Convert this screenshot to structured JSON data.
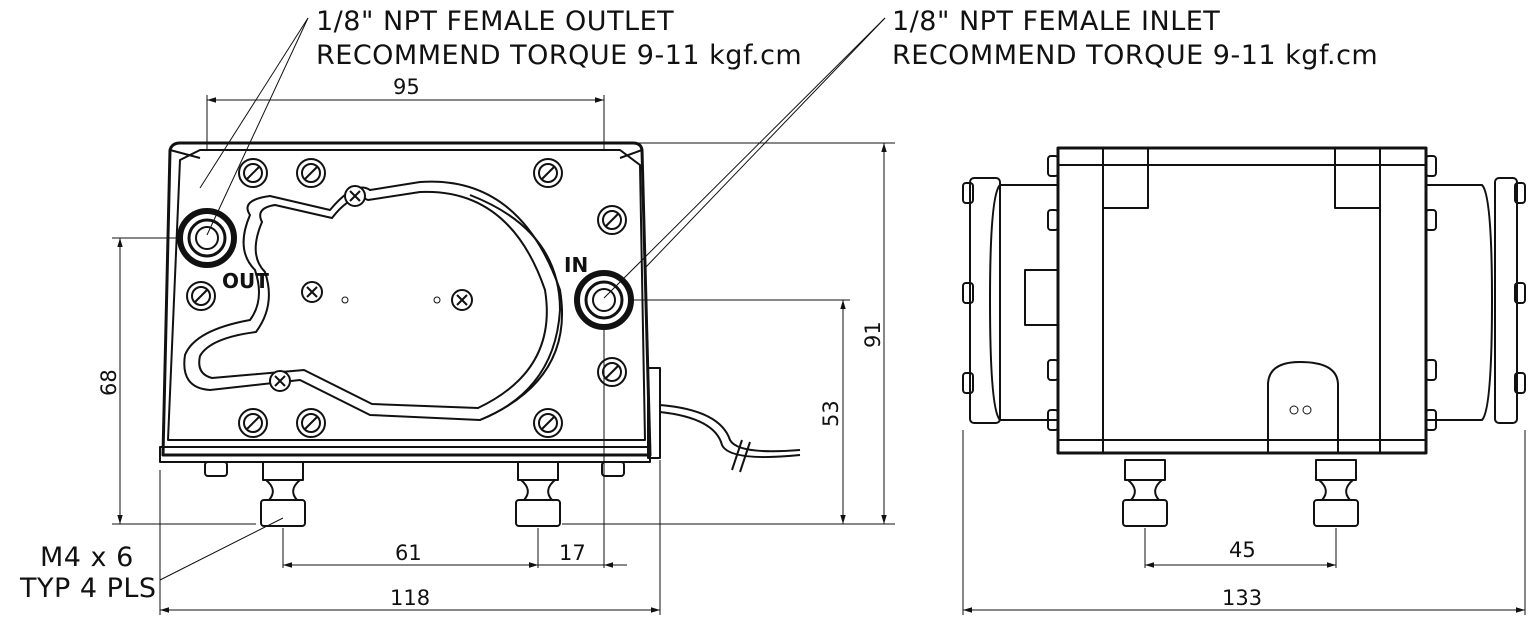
{
  "notes": {
    "outlet_line1": "1/8\" NPT FEMALE OUTLET",
    "outlet_line2": "RECOMMEND TORQUE 9-11 kgf.cm",
    "inlet_line1": "1/8\" NPT FEMALE INLET",
    "inlet_line2": "RECOMMEND TORQUE 9-11 kgf.cm",
    "mount_line1": "M4 x 6",
    "mount_line2": "TYP 4 PLS"
  },
  "labels": {
    "out": "OUT",
    "in": "IN"
  },
  "dimensions": {
    "port_spacing": "95",
    "overall_height": "91",
    "outlet_height": "68",
    "inlet_height": "53",
    "foot_spacing_front": "61",
    "foot_to_inlet": "17",
    "overall_width": "118",
    "foot_spacing_side": "45",
    "overall_depth": "133"
  }
}
